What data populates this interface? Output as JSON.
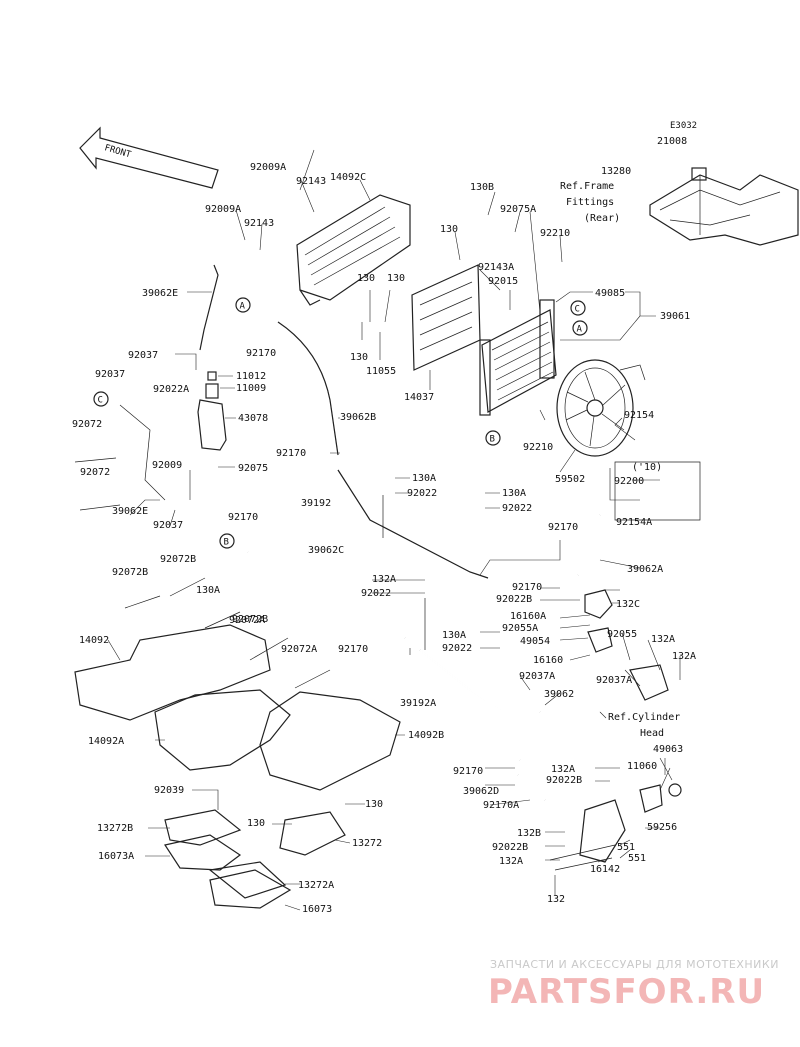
{
  "diagram": {
    "code": "E3032",
    "front_label": "FRONT",
    "callouts": {
      "a": "A",
      "b": "B",
      "c": "C"
    },
    "notes": {
      "ref_frame": [
        "Ref.Frame",
        "Fittings",
        "(Rear)"
      ],
      "ref_cylinder": [
        "Ref.Cylinder",
        "Head"
      ],
      "year": "('10)"
    },
    "parts": [
      {
        "t": "21008"
      },
      {
        "t": "13280"
      },
      {
        "t": "92009A"
      },
      {
        "t": "92143"
      },
      {
        "t": "14092C"
      },
      {
        "t": "92009A"
      },
      {
        "t": "92143"
      },
      {
        "t": "130B"
      },
      {
        "t": "92075A"
      },
      {
        "t": "92210"
      },
      {
        "t": "130"
      },
      {
        "t": "92143A"
      },
      {
        "t": "92015"
      },
      {
        "t": "49085"
      },
      {
        "t": "39062E"
      },
      {
        "t": "130"
      },
      {
        "t": "130"
      },
      {
        "t": "39061"
      },
      {
        "t": "92170"
      },
      {
        "t": "130"
      },
      {
        "t": "11055"
      },
      {
        "t": "92037"
      },
      {
        "t": "11012"
      },
      {
        "t": "11009"
      },
      {
        "t": "92037"
      },
      {
        "t": "92022A"
      },
      {
        "t": "43078"
      },
      {
        "t": "14037"
      },
      {
        "t": "92072"
      },
      {
        "t": "39062B"
      },
      {
        "t": "92154"
      },
      {
        "t": "92009"
      },
      {
        "t": "92210"
      },
      {
        "t": "92072"
      },
      {
        "t": "92075"
      },
      {
        "t": "92170"
      },
      {
        "t": "59502"
      },
      {
        "t": "130A"
      },
      {
        "t": "92022"
      },
      {
        "t": "39062E"
      },
      {
        "t": "39192"
      },
      {
        "t": "130A"
      },
      {
        "t": "92200"
      },
      {
        "t": "92037"
      },
      {
        "t": "92022"
      },
      {
        "t": "92154A"
      },
      {
        "t": "92170"
      },
      {
        "t": "92170"
      },
      {
        "t": "39062C"
      },
      {
        "t": "39062A"
      },
      {
        "t": "92072B"
      },
      {
        "t": "92072B"
      },
      {
        "t": "130A"
      },
      {
        "t": "132A"
      },
      {
        "t": "92170"
      },
      {
        "t": "92022"
      },
      {
        "t": "92022B"
      },
      {
        "t": "132C"
      },
      {
        "t": "92072B"
      },
      {
        "t": "16160A"
      },
      {
        "t": "92072A"
      },
      {
        "t": "92055A"
      },
      {
        "t": "49054"
      },
      {
        "t": "92055"
      },
      {
        "t": "14092"
      },
      {
        "t": "130A"
      },
      {
        "t": "132A"
      },
      {
        "t": "92170"
      },
      {
        "t": "92022"
      },
      {
        "t": "92072A"
      },
      {
        "t": "16160"
      },
      {
        "t": "132A"
      },
      {
        "t": "92037A"
      },
      {
        "t": "92037A"
      },
      {
        "t": "39062"
      },
      {
        "t": "39192A"
      },
      {
        "t": "14092A"
      },
      {
        "t": "14092B"
      },
      {
        "t": "92170"
      },
      {
        "t": "132A"
      },
      {
        "t": "11060"
      },
      {
        "t": "49063"
      },
      {
        "t": "92022B"
      },
      {
        "t": "39062D"
      },
      {
        "t": "92039"
      },
      {
        "t": "130"
      },
      {
        "t": "92170A"
      },
      {
        "t": "59256"
      },
      {
        "t": "13272B"
      },
      {
        "t": "130"
      },
      {
        "t": "132B"
      },
      {
        "t": "551"
      },
      {
        "t": "13272"
      },
      {
        "t": "92022B"
      },
      {
        "t": "551"
      },
      {
        "t": "16073A"
      },
      {
        "t": "132A"
      },
      {
        "t": "16142"
      },
      {
        "t": "13272A"
      },
      {
        "t": "132"
      },
      {
        "t": "16073"
      }
    ]
  },
  "watermark": {
    "line1": "ЗАПЧАСТИ И АКСЕССУАРЫ ДЛЯ МОТОТЕХНИКИ",
    "brand": "PARTSFOR.RU"
  }
}
